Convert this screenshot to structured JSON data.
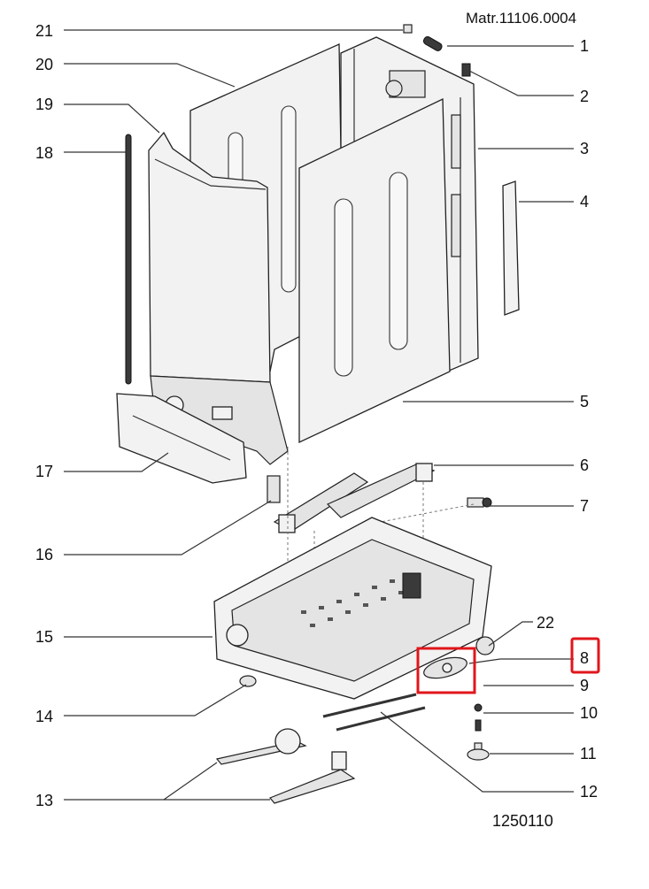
{
  "header": {
    "matr_label": "Matr.11106.0004"
  },
  "footer": {
    "drawing_code": "1250110"
  },
  "highlight": {
    "color": "#e0161b",
    "target_part": "8"
  },
  "callouts": [
    {
      "id": "c1",
      "number": "1"
    },
    {
      "id": "c2",
      "number": "2"
    },
    {
      "id": "c3",
      "number": "3"
    },
    {
      "id": "c4",
      "number": "4"
    },
    {
      "id": "c5",
      "number": "5"
    },
    {
      "id": "c6",
      "number": "6"
    },
    {
      "id": "c7",
      "number": "7"
    },
    {
      "id": "c8",
      "number": "8"
    },
    {
      "id": "c9",
      "number": "9"
    },
    {
      "id": "c10",
      "number": "10"
    },
    {
      "id": "c11",
      "number": "11"
    },
    {
      "id": "c12",
      "number": "12"
    },
    {
      "id": "c13",
      "number": "13"
    },
    {
      "id": "c14",
      "number": "14"
    },
    {
      "id": "c15",
      "number": "15"
    },
    {
      "id": "c16",
      "number": "16"
    },
    {
      "id": "c17",
      "number": "17"
    },
    {
      "id": "c18",
      "number": "18"
    },
    {
      "id": "c19",
      "number": "19"
    },
    {
      "id": "c20",
      "number": "20"
    },
    {
      "id": "c21",
      "number": "21"
    },
    {
      "id": "c22",
      "number": "22"
    }
  ]
}
